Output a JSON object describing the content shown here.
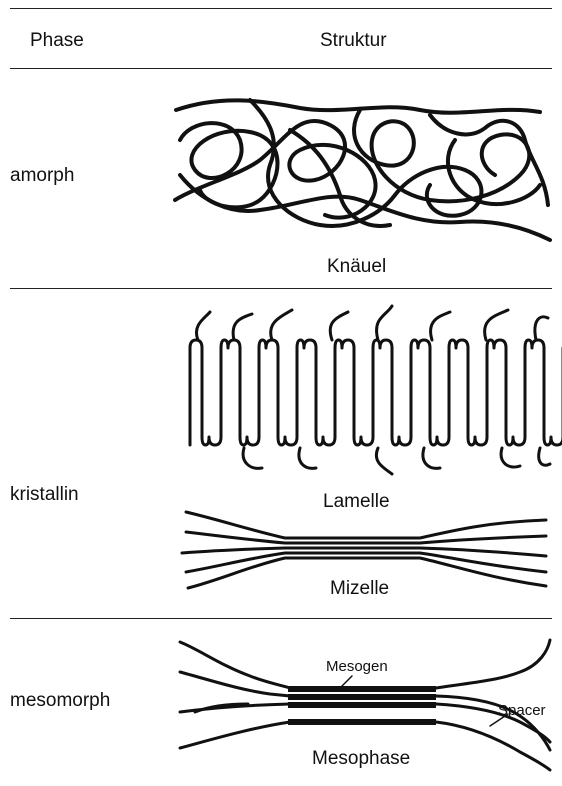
{
  "header": {
    "phase_label": "Phase",
    "struktur_label": "Struktur"
  },
  "rows": [
    {
      "phase": "amorph",
      "labels": [
        "Knäuel"
      ]
    },
    {
      "phase": "kristallin",
      "labels": [
        "Lamelle",
        "Mizelle"
      ]
    },
    {
      "phase": "mesomorph",
      "labels": [
        "Mesophase"
      ],
      "annotations": [
        "Mesogen",
        "Spacer"
      ]
    }
  ]
}
